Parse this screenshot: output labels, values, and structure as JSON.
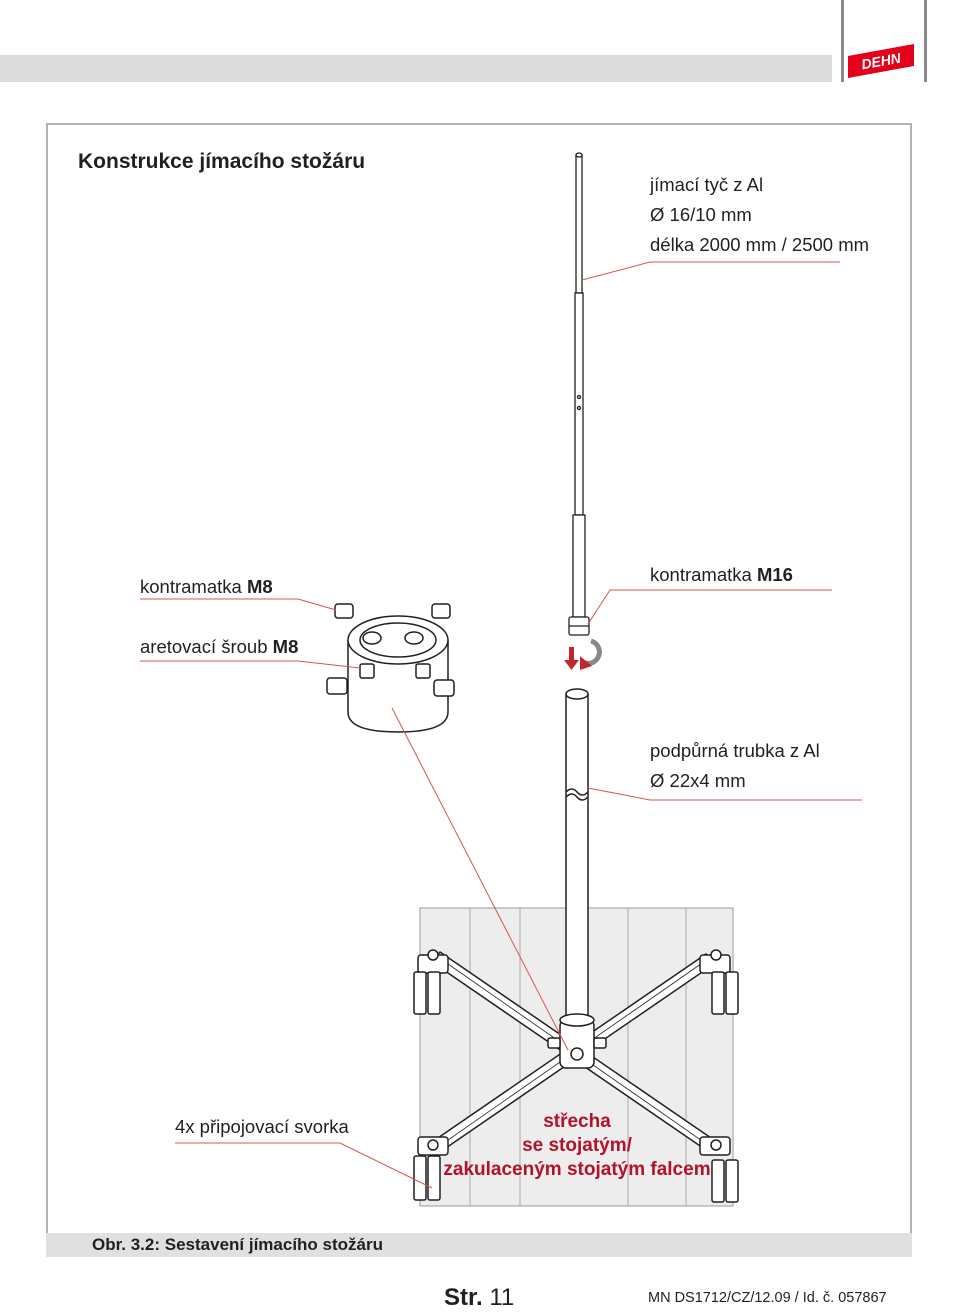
{
  "header": {
    "logo_text": "DEHN",
    "brand_color": "#e3001b"
  },
  "title": "Konstrukce jímacího stožáru",
  "labels": {
    "rod": [
      "jímací tyč z Al",
      "Ø 16/10 mm",
      "délka 2000 mm / 2500 mm"
    ],
    "locknut_m16": {
      "text": "kontramatka ",
      "bold": "M16"
    },
    "locknut_m8": {
      "text": "kontramatka ",
      "bold": "M8"
    },
    "screw_m8": {
      "text": "aretovací šroub ",
      "bold": "M8"
    },
    "support_tube": [
      "podpůrná trubka z Al",
      "Ø 22x4 mm"
    ],
    "clamps": "4x připojovací svorka",
    "roof": [
      "střecha",
      "se stojatým/",
      "zakulaceným stojatým falcem"
    ]
  },
  "caption": "Obr. 3.2: Sestavení jímacího stožáru",
  "footer": {
    "page_prefix": "Str.",
    "page_number": "11",
    "doc_id": "MN DS1712/CZ/12.09 / Id. č. 057867"
  },
  "colors": {
    "leader": "#d9534f",
    "roof_text": "#b3122b",
    "panel": "#ededed",
    "frame": "#b3b3b3"
  }
}
